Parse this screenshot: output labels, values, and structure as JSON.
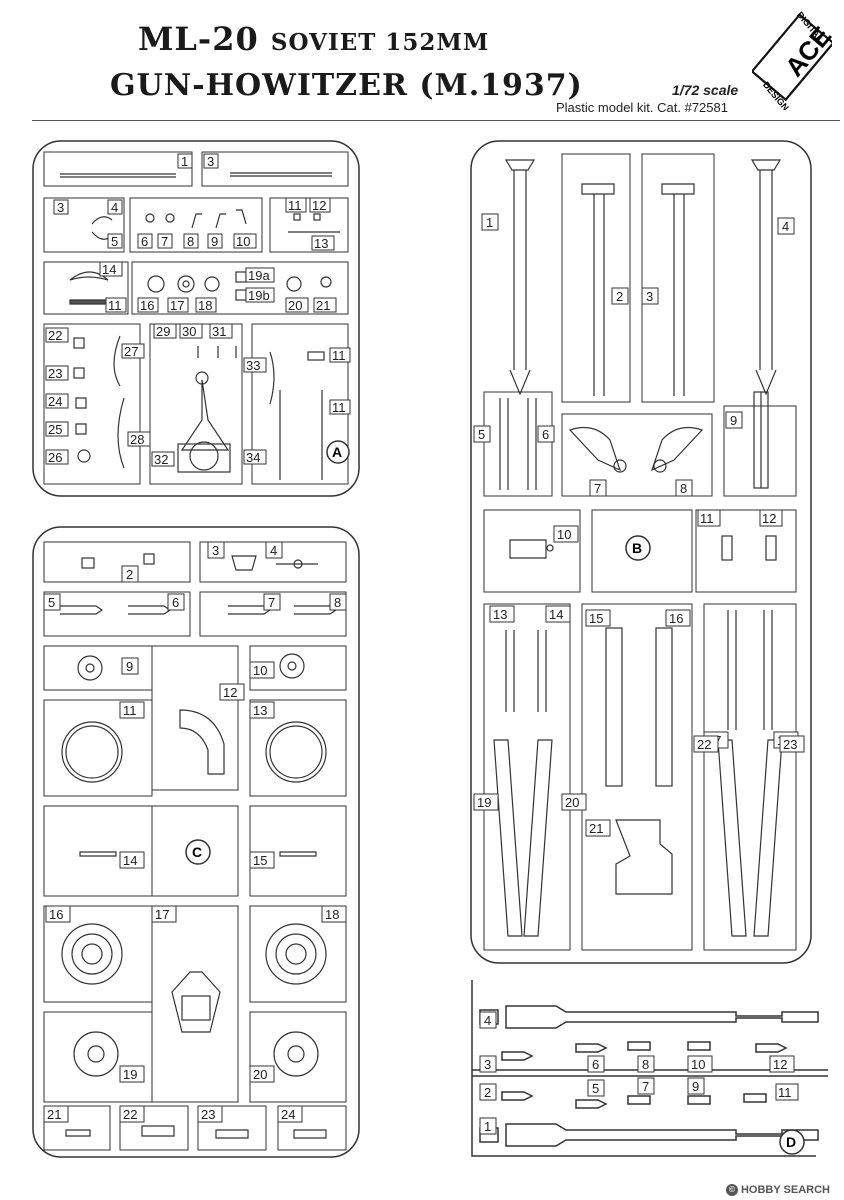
{
  "header": {
    "model": "ML-20",
    "title_line1_rest": "SOVIET 152MM",
    "title_line2": "GUN-HOWITZER (M.1937)",
    "scale": "1/72 scale",
    "catalog": "Plastic model kit. Cat. #72581",
    "logo_main": "ACE",
    "logo_top": "DIGITAL",
    "logo_bottom": "DESIGN"
  },
  "sprues": {
    "A": {
      "letter": "A",
      "labels": [
        "1",
        "3",
        "3",
        "4",
        "5",
        "6",
        "7",
        "8",
        "9",
        "10",
        "11",
        "12",
        "13",
        "14",
        "11",
        "16",
        "17",
        "18",
        "19a",
        "19b",
        "20",
        "21",
        "22",
        "27",
        "23",
        "24",
        "25",
        "28",
        "26",
        "29",
        "30",
        "31",
        "32",
        "33",
        "11",
        "11",
        "34"
      ]
    },
    "B": {
      "letter": "B",
      "labels": [
        "1",
        "2",
        "3",
        "4",
        "5",
        "6",
        "7",
        "8",
        "9",
        "10",
        "11",
        "12",
        "13",
        "14",
        "15",
        "16",
        "17",
        "18",
        "19",
        "20",
        "21",
        "22",
        "23"
      ]
    },
    "C": {
      "letter": "C",
      "labels": [
        "2",
        "3",
        "4",
        "5",
        "6",
        "7",
        "8",
        "9",
        "10",
        "11",
        "12",
        "13",
        "14",
        "15",
        "16",
        "17",
        "18",
        "19",
        "20",
        "21",
        "22",
        "23",
        "24"
      ]
    },
    "D": {
      "letter": "D",
      "labels": [
        "4",
        "3",
        "6",
        "8",
        "10",
        "12",
        "2",
        "5",
        "7",
        "9",
        "11",
        "1"
      ]
    }
  },
  "footer": {
    "watermark": "HOBBY SEARCH",
    "symbol": "©"
  }
}
